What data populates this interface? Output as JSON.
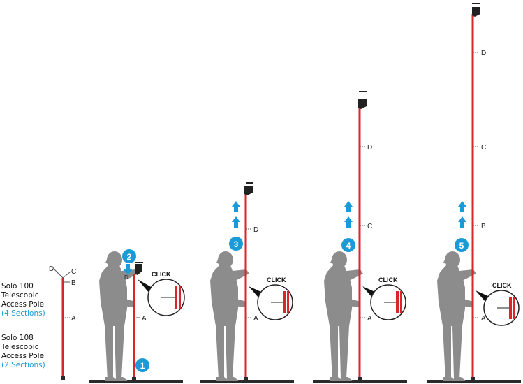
{
  "captions": [
    {
      "name_lines": [
        "Solo 100",
        "Telescopic",
        "Access Pole"
      ],
      "sections": "(4 Sections)"
    },
    {
      "name_lines": [
        "Solo 108",
        "Telescopic",
        "Access Pole"
      ],
      "sections": "(2 Sections)"
    }
  ],
  "sidebar_pole_labels": {
    "a": "A",
    "b": "B",
    "c": "C",
    "d": "D"
  },
  "click_label": "CLICK",
  "steps": [
    {
      "number": "1",
      "labels": {
        "a": "A",
        "d": "D"
      }
    },
    {
      "number": "2"
    },
    {
      "number": "3",
      "labels": {
        "a": "A",
        "d": "D"
      }
    },
    {
      "number": "4",
      "labels": {
        "a": "A",
        "c": "C",
        "d": "D"
      }
    },
    {
      "number": "5",
      "labels": {
        "a": "A",
        "b": "B",
        "c": "C",
        "d": "D"
      }
    }
  ],
  "colors": {
    "pole": "#d9262a",
    "accent": "#1a9ad6",
    "figure": "#8c8c8c",
    "ground": "#2b2b2b"
  }
}
